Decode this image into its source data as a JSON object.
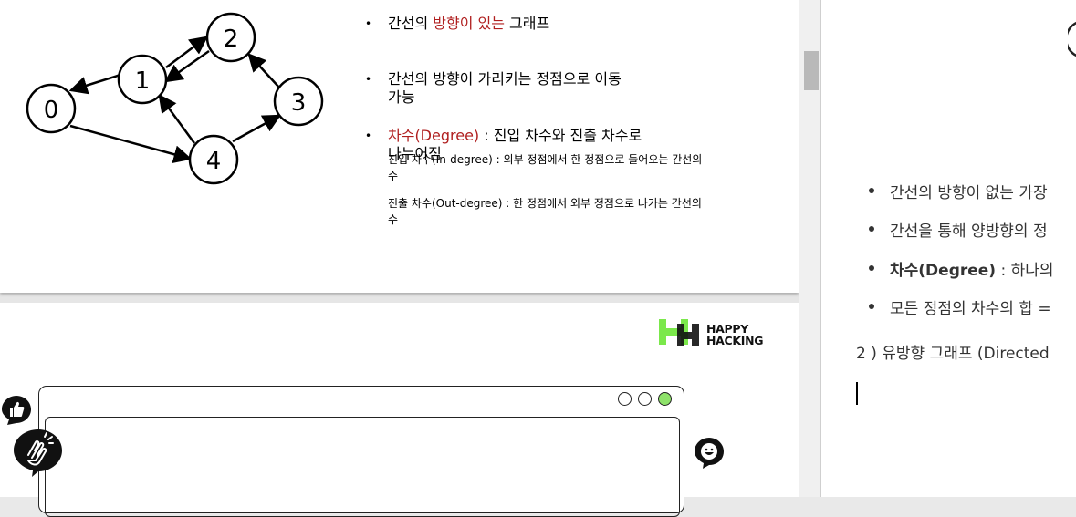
{
  "slide_top": {
    "graph": {
      "nodes": [
        "0",
        "1",
        "2",
        "3",
        "4"
      ]
    },
    "bullets": [
      {
        "prefix": "간선의 ",
        "highlight": "방향이 있는",
        "suffix": " 그래프"
      },
      {
        "line1": "간선의 방향이 가리키는 정점으로 이동",
        "line2": "가능"
      },
      {
        "highlight": "차수(Degree)",
        "suffix": " : 진입 차수와 진출 차수로",
        "line2": "나누어짐"
      }
    ],
    "sub_items": [
      {
        "line1": "진입 차수(In-degree) : 외부 정점에서 한 정점으로 들어오는 간선의",
        "line2": "수"
      },
      {
        "line1": "진출 차수(Out-degree) : 한 정점에서 외부 정점으로 나가는 간선의",
        "line2": "수"
      }
    ]
  },
  "slide_bottom": {
    "logo": {
      "line1": "HAPPY",
      "line2": "HACKING"
    },
    "reactions": [
      "thumbs-up-icon",
      "clap-icon",
      "smile-icon"
    ]
  },
  "document": {
    "items": [
      {
        "text": "간선의 방향이 없는 가장"
      },
      {
        "text": "간선을 통해 양방향의 정"
      },
      {
        "bold": "차수(Degree)",
        "text": " : 하나의"
      },
      {
        "text": "모든 정점의 차수의 합 ="
      }
    ],
    "heading": "2 ) 유방향 그래프 (Directed"
  },
  "colors": {
    "accent_red": "#b01f1f",
    "logo_green": "#7be84b",
    "window_dot_green": "#8ee26a"
  }
}
